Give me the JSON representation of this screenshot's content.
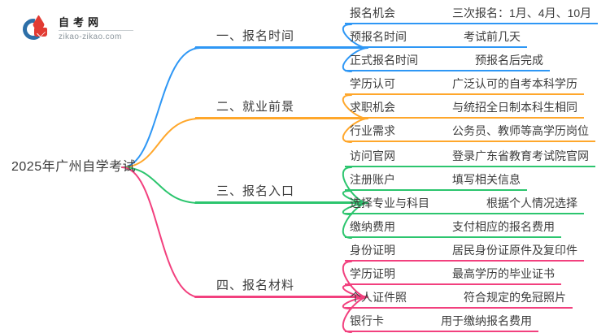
{
  "logo": {
    "title": "自考网",
    "domain": "zikao-zikao.com"
  },
  "root": {
    "label": "2025年广州自学考试"
  },
  "branches": [
    {
      "label": "一、报名时间",
      "color": "#2e97f5",
      "items": [
        {
          "label": "报名机会",
          "value": "三次报名：1月、4月、10月"
        },
        {
          "label": "预报名时间",
          "value": "考试前几天"
        },
        {
          "label": "正式报名时间",
          "value": "预报名后完成"
        }
      ]
    },
    {
      "label": "二、就业前景",
      "color": "#ffa72b",
      "items": [
        {
          "label": "学历认可",
          "value": "广泛认可的自考本科学历"
        },
        {
          "label": "求职机会",
          "value": "与统招全日制本科生相同"
        },
        {
          "label": "行业需求",
          "value": "公务员、教师等高学历岗位"
        }
      ]
    },
    {
      "label": "三、报名入口",
      "color": "#2cc56e",
      "items": [
        {
          "label": "访问官网",
          "value": "登录广东省教育考试院官网"
        },
        {
          "label": "注册账户",
          "value": "填写相关信息"
        },
        {
          "label": "选择专业与科目",
          "value": "根据个人情况选择"
        },
        {
          "label": "缴纳费用",
          "value": "支付相应的报名费用"
        }
      ]
    },
    {
      "label": "四、报名材料",
      "color": "#f2407e",
      "items": [
        {
          "label": "身份证明",
          "value": "居民身份证原件及复印件"
        },
        {
          "label": "学历证明",
          "value": "最高学历的毕业证书"
        },
        {
          "label": "个人证件照",
          "value": "符合规定的免冠照片"
        },
        {
          "label": "银行卡",
          "value": "用于缴纳报名费用"
        }
      ]
    }
  ]
}
